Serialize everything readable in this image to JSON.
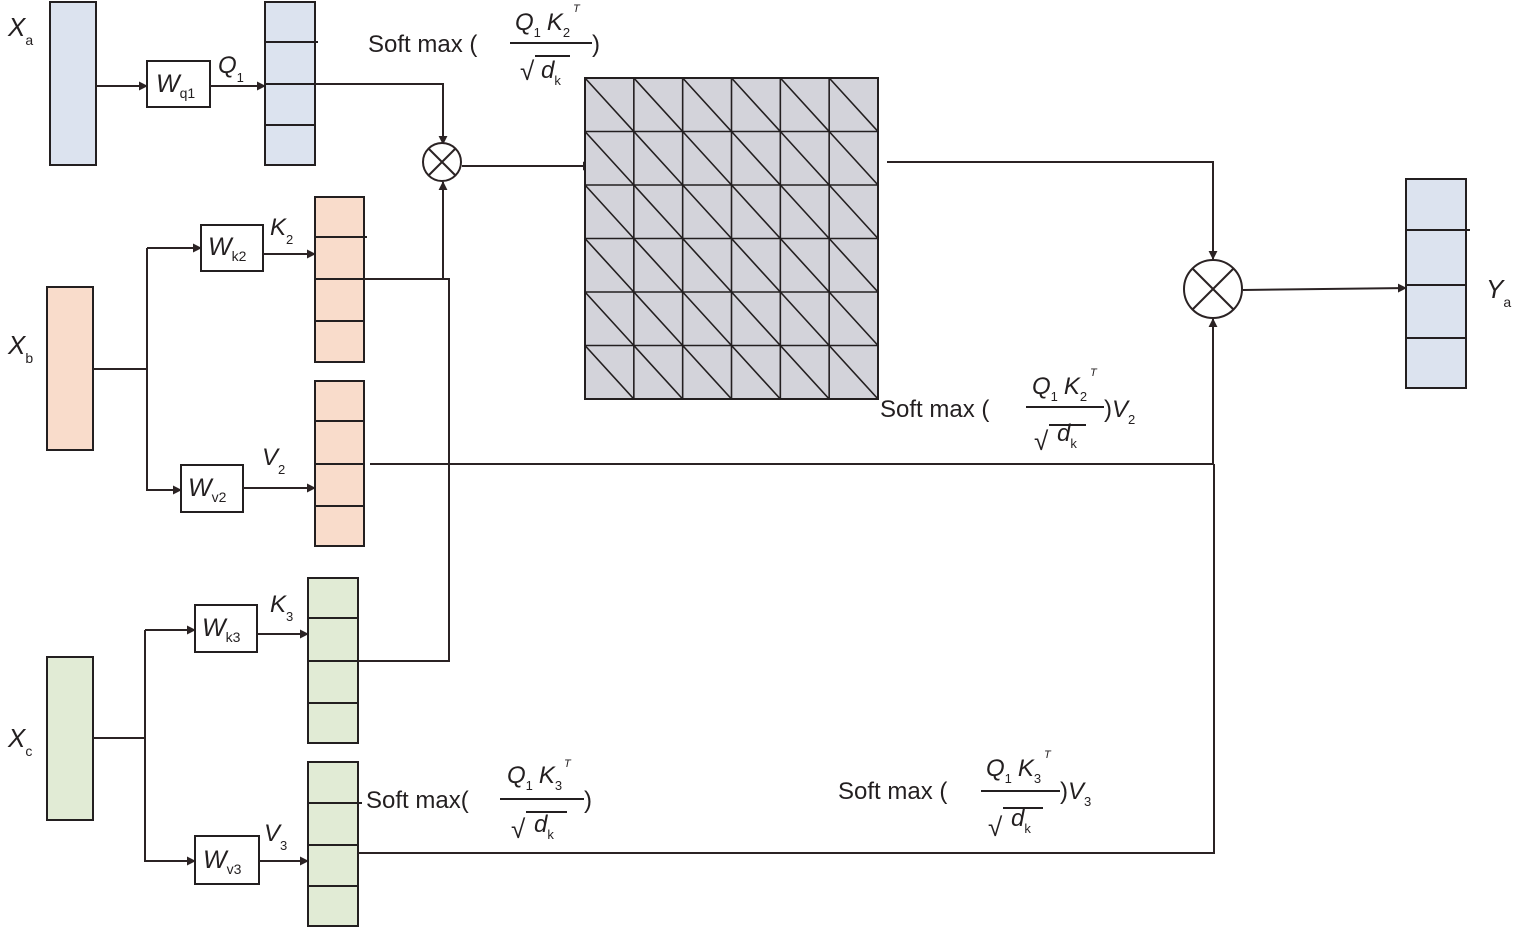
{
  "inputs": {
    "xa": {
      "main": "X",
      "sub": "a"
    },
    "xb": {
      "main": "X",
      "sub": "b"
    },
    "xc": {
      "main": "X",
      "sub": "c"
    }
  },
  "weights": {
    "wq1": {
      "main": "W",
      "sub": "q1"
    },
    "wk2": {
      "main": "W",
      "sub": "k2"
    },
    "wv2": {
      "main": "W",
      "sub": "v2"
    },
    "wk3": {
      "main": "W",
      "sub": "k3"
    },
    "wv3": {
      "main": "W",
      "sub": "v3"
    }
  },
  "vectors": {
    "q1": {
      "main": "Q",
      "sub": "1"
    },
    "k2": {
      "main": "K",
      "sub": "2"
    },
    "v2": {
      "main": "V",
      "sub": "2"
    },
    "k3": {
      "main": "K",
      "sub": "3"
    },
    "v3": {
      "main": "V",
      "sub": "3"
    }
  },
  "output": {
    "main": "Y",
    "sub": "a"
  },
  "formulas": {
    "softmax": "Soft  max",
    "open_paren": "(",
    "close_paren": ")",
    "q": "Q",
    "q_sub": "1",
    "k": "K",
    "sup_t": "T",
    "d": "d",
    "d_sub": "k",
    "sqrt": "√",
    "k_sub_2": "2",
    "k_sub_3": "3",
    "v": "V",
    "v_sub_2": "2",
    "v_sub_3": "3"
  },
  "colors": {
    "blue": "#dce3ef",
    "peach": "#f9dccb",
    "green": "#e1ebd5",
    "grid": "#d3d3da",
    "line": "#2b2324"
  }
}
